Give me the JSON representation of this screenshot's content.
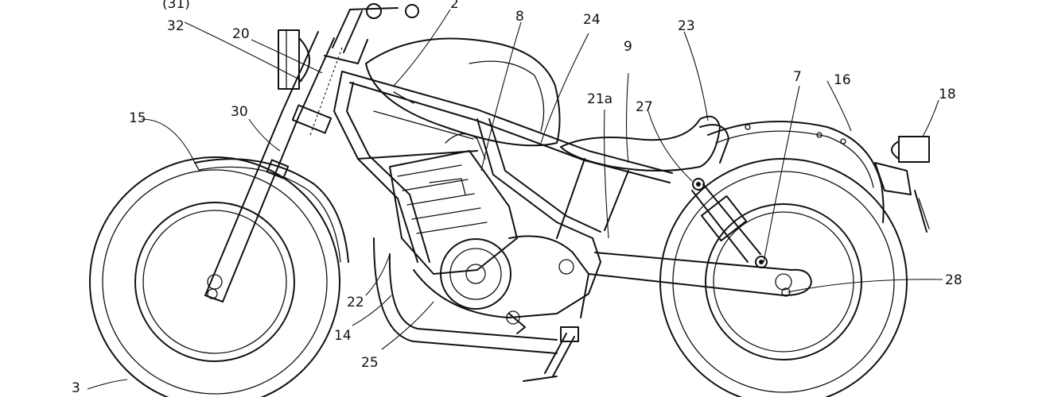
{
  "figure": {
    "labels": {
      "l31": "(31)",
      "l32": "32",
      "l20": "20",
      "l2": "2",
      "l8": "8",
      "l24": "24",
      "l23": "23",
      "l9": "9",
      "l16": "16",
      "l18": "18",
      "l15": "15",
      "l30": "30",
      "l21a": "21a",
      "l27": "27",
      "l7": "7",
      "l28": "28",
      "l22": "22",
      "l14": "14",
      "l25": "25",
      "l3": "3"
    }
  }
}
